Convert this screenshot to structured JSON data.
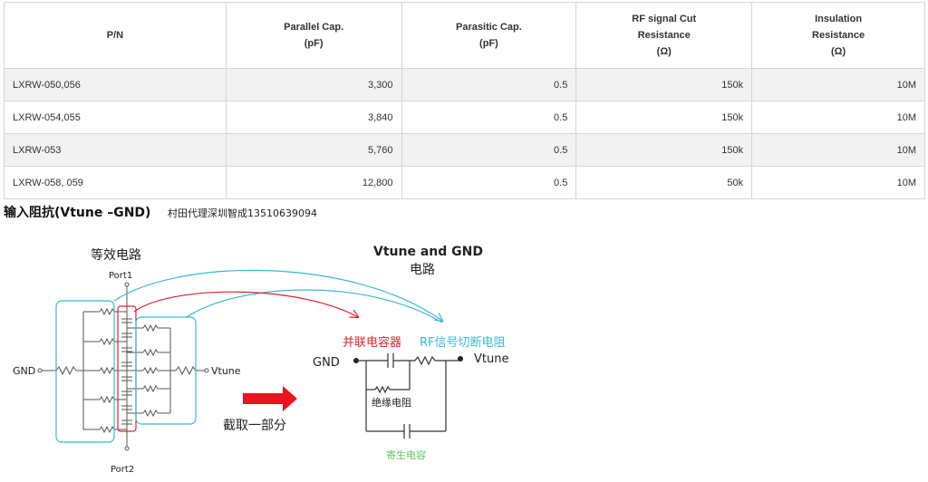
{
  "table": {
    "headers": [
      {
        "line1": "P/N",
        "line2": "",
        "line3": ""
      },
      {
        "line1": "Parallel Cap.",
        "line2": "(pF)",
        "line3": ""
      },
      {
        "line1": "Parasitic Cap.",
        "line2": "(pF)",
        "line3": ""
      },
      {
        "line1": "RF signal Cut",
        "line2": "Resistance",
        "line3": "(Ω)"
      },
      {
        "line1": "Insulation",
        "line2": "Resistance",
        "line3": "(Ω)"
      }
    ],
    "rows": [
      [
        "LXRW-050,056",
        "3,300",
        "0.5",
        "150k",
        "10M"
      ],
      [
        "LXRW-054,055",
        "3,840",
        "0.5",
        "150k",
        "10M"
      ],
      [
        "LXRW-053",
        "5,760",
        "0.5",
        "150k",
        "10M"
      ],
      [
        "LXRW-058, 059",
        "12,800",
        "0.5",
        "50k",
        "10M"
      ]
    ]
  },
  "section": {
    "heading": "输入阻抗(Vtune –GND)",
    "note": "村田代理深圳智成13510639094"
  },
  "diagram": {
    "equiv_title": "等效电路",
    "port1": "Port1",
    "port2": "Port2",
    "gnd_left": "GND",
    "vtune_left": "Vtune",
    "arrow_caption": "截取一部分",
    "right_title_1": "Vtune and GND",
    "right_title_2": "电路",
    "label_parallel_cap": "并联电容器",
    "label_rf_cut": "RF信号切断电阻",
    "gnd_right": "GND",
    "vtune_right": "Vtune",
    "label_insulation": "绝缘电阻",
    "label_parasitic": "寄生电容",
    "colors": {
      "red": "#e0202e",
      "cyan": "#3ab8d6",
      "green": "#5cc85c",
      "arrow": "#e8141e",
      "wire": "#333333"
    }
  }
}
